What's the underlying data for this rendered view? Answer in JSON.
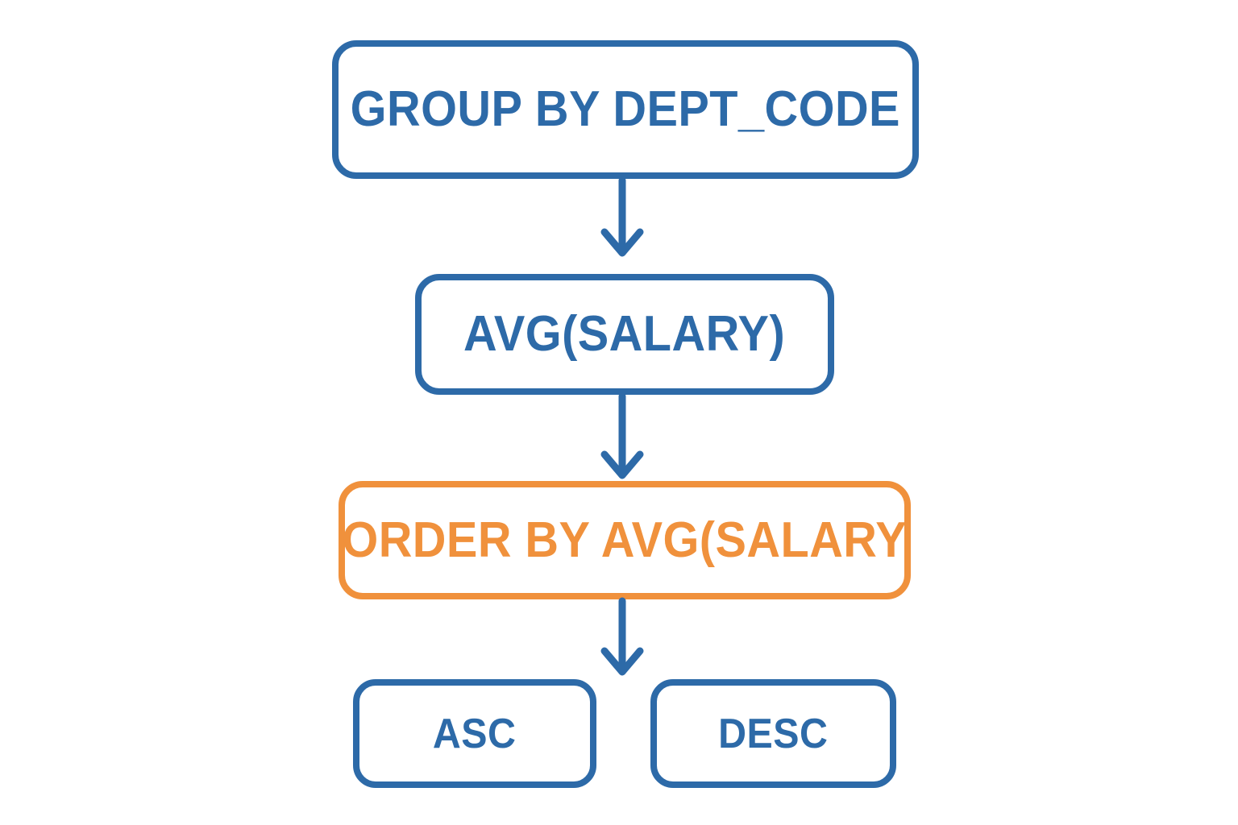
{
  "diagram": {
    "type": "flowchart",
    "direction": "top-down",
    "nodes": [
      {
        "id": "group_by",
        "label": "GROUP BY DEPT_CODE",
        "color": "blue"
      },
      {
        "id": "avg",
        "label": "AVG(SALARY)",
        "color": "blue"
      },
      {
        "id": "order_by",
        "label": "ORDER BY AVG(SALARY",
        "color": "orange"
      },
      {
        "id": "asc",
        "label": "ASC",
        "color": "blue"
      },
      {
        "id": "desc",
        "label": "DESC",
        "color": "blue"
      }
    ],
    "edges": [
      {
        "from": "group_by",
        "to": "avg"
      },
      {
        "from": "avg",
        "to": "order_by"
      },
      {
        "from": "order_by",
        "to": "asc / desc"
      }
    ],
    "colors": {
      "blue": "#2d6aa8",
      "orange": "#f0913c",
      "background": "#ffffff"
    }
  }
}
